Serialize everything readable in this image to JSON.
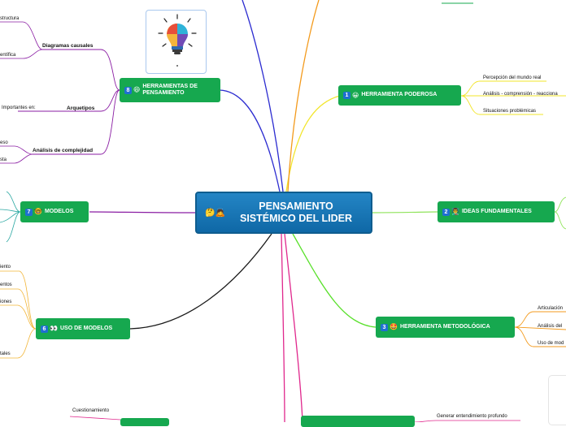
{
  "central": {
    "emoji": "🤔🙇",
    "title_line1": "PENSAMIENTO",
    "title_line2": "SISTÉMICO DEL LIDER"
  },
  "nodes": {
    "n1": {
      "num": "1",
      "emoji": "😀",
      "label": "HERRAMIENTA PODEROSA"
    },
    "n2": {
      "num": "2",
      "emoji": "👨‍🏫",
      "label": "IDEAS FUNDAMENTALES"
    },
    "n3": {
      "num": "3",
      "emoji": "🤩",
      "label": "HERRAMIENTA METODOLÓGICA"
    },
    "n6": {
      "num": "6",
      "emoji": "👀",
      "label": "USO DE MODELOS"
    },
    "n7": {
      "num": "7",
      "emoji": "🤓",
      "label": "MODELOS"
    },
    "n8": {
      "num": "8",
      "emoji": "😄",
      "label_line1": "HERRAMIENTAS DE",
      "label_line2": "PENSAMIENTO"
    }
  },
  "labels": {
    "percepcion": "Percepción del mundo real",
    "analisis": "Análisis - comprensión - reacciona",
    "situaciones": "Situaciones problémicas",
    "articulacion": "Articulación",
    "analisis_del": "Análisis del",
    "uso_de_mod": "Uso de mod",
    "generar": "Generar entendimiento profundo",
    "cuestionamiento": "Cuestionamiento",
    "diagramas": "Diagramas causales",
    "arquetipos": "Arquetipos",
    "complejidad": "Análisis de complejidad",
    "estructura": "structura",
    "entifica": "entífica",
    "importantes": "Importantes en:",
    "eso": "eso",
    "sta": "sta",
    "iento": "iento",
    "entos": "entos",
    "iones": "iones",
    "tales": "tales"
  },
  "colors": {
    "node_green": "#16a84f",
    "central_blue": "#1a75b8",
    "link_navy": "#2b2bd0",
    "link_orange": "#f39a1c",
    "link_yellow": "#f2e52a",
    "link_light_green": "#8fe35a",
    "link_green": "#58e02a",
    "link_magenta": "#e0288d",
    "link_purple": "#8a1da3",
    "link_black": "#1a1a1a"
  },
  "icons": {
    "bulb": "lightbulb-icon"
  }
}
